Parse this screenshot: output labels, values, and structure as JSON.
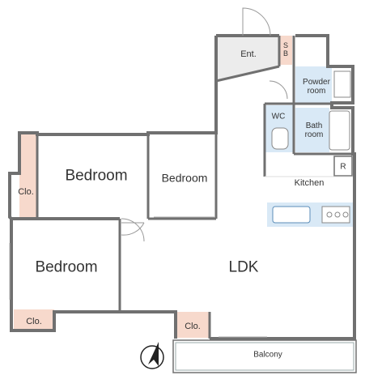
{
  "rooms": {
    "entrance": "Ent.",
    "shoe_box": "S B",
    "powder_room": "Powder room",
    "wc": "WC",
    "bathroom": "Bath room",
    "kitchen": "Kitchen",
    "refrigerator": "R",
    "bedroom_1": "Bedroom",
    "bedroom_2": "Bedroom",
    "bedroom_3": "Bedroom",
    "closet_1": "Clo.",
    "closet_2": "Clo.",
    "closet_3": "Clo.",
    "ldk": "LDK",
    "balcony": "Balcony"
  },
  "colors": {
    "wall": "#707070",
    "closet_fill": "#f7d9cc",
    "wet_fill": "#d9e9f6",
    "sink_stroke": "#5b8db8",
    "floor": "#ffffff"
  },
  "icons": [
    "north-arrow-icon"
  ]
}
